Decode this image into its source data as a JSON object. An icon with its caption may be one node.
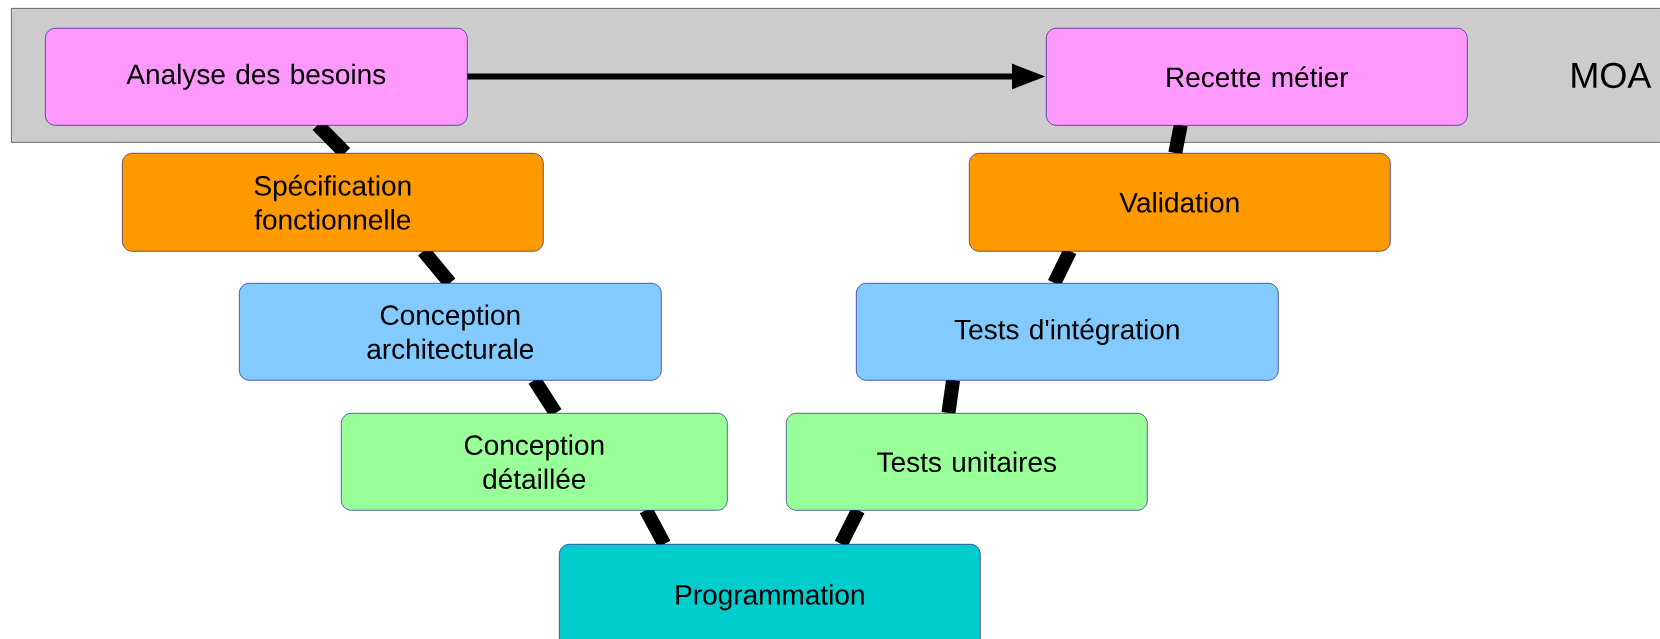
{
  "diagram": {
    "nodes": [
      {
        "text": [
          "MOA"
        ]
      },
      {
        "text": [
          "Analyse des besoins"
        ],
        "in": 0
      },
      {
        "text": [
          "Recette métier"
        ],
        "in": 0
      },
      {
        "text": [
          "Spécification fonctionnelle"
        ]
      },
      {
        "text": [
          "Validation"
        ]
      },
      {
        "text": [
          "Conception architecturale"
        ]
      },
      {
        "text": [
          "Tests d'intégration"
        ]
      },
      {
        "text": [
          "Conception détaillée"
        ]
      },
      {
        "text": [
          "Tests unitaires"
        ]
      },
      {
        "text": [
          "Programmation"
        ]
      }
    ],
    "edges": [
      {
        "from": 1,
        "to": 2,
        "arrow": "to"
      },
      {
        "from": 1,
        "to": 3,
        "arrow": "none"
      },
      {
        "from": 3,
        "to": 5,
        "arrow": "none"
      },
      {
        "from": 5,
        "to": 7,
        "arrow": "none"
      },
      {
        "from": 7,
        "to": 9,
        "arrow": "none"
      },
      {
        "from": 9,
        "to": 8,
        "arrow": "none"
      },
      {
        "from": 8,
        "to": 6,
        "arrow": "none"
      },
      {
        "from": 6,
        "to": 4,
        "arrow": "none"
      },
      {
        "from": 4,
        "to": 2,
        "arrow": "none"
      }
    ]
  }
}
